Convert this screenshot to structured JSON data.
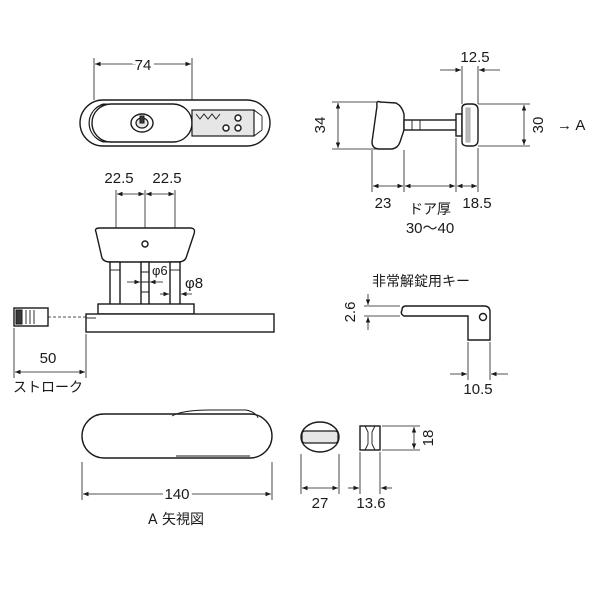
{
  "dimensions": {
    "top_width": "74",
    "knob_spacing_left": "22.5",
    "knob_spacing_right": "22.5",
    "shaft_diameter": "φ6",
    "pin_diameter": "φ8",
    "stroke_value": "50",
    "side_knob_width": "12.5",
    "side_height_left": "34",
    "side_height_right": "30",
    "side_knob_depth": "23",
    "side_inner_depth": "18.5",
    "key_thickness": "2.6",
    "key_length": "10.5",
    "bottom_width": "140",
    "thumb_width": "27",
    "slot_width": "13.6",
    "slot_height": "18"
  },
  "labels": {
    "view_arrow": "→ A",
    "door_thickness": "ドア厚",
    "door_thickness_range": "30～40",
    "stroke": "ストローク",
    "emergency_key": "非常解錠用キー",
    "view_a": "A 矢視図"
  }
}
